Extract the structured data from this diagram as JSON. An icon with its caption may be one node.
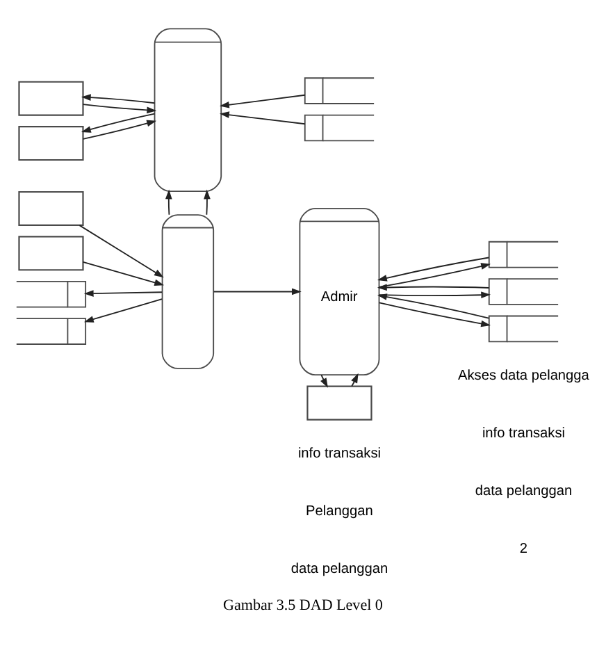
{
  "diagram": {
    "caption": "Gambar 3.5 DAD Level 0",
    "nodes": [
      {
        "text": [],
        "shape": "rounded"
      },
      {
        "text": [],
        "shape": "box"
      },
      {
        "text": [],
        "shape": "store"
      },
      {
        "text": [],
        "shape": "store"
      },
      {
        "text": [],
        "shape": "box"
      },
      {
        "text": [
          "Admir"
        ]
      },
      {
        "text": [],
        "shape": "rounded"
      },
      {
        "text": [],
        "shape": "box"
      },
      {
        "text": [],
        "shape": "store"
      },
      {
        "text": [],
        "shape": "store"
      },
      {
        "text": [],
        "shape": "store"
      },
      {
        "text": [],
        "shape": "box"
      },
      {
        "text": [],
        "shape": "store"
      },
      {
        "text": [],
        "shape": "box"
      },
      {
        "text": [],
        "shape": "store"
      }
    ],
    "edges": [
      {
        "from": 1,
        "to": 0,
        "arrow": "to"
      },
      {
        "from": 0,
        "to": 1,
        "arrow": "to"
      },
      {
        "from": 4,
        "to": 0,
        "arrow": "to"
      },
      {
        "from": 0,
        "to": 4,
        "arrow": "to"
      },
      {
        "from": 2,
        "to": 0,
        "arrow": "to"
      },
      {
        "from": 3,
        "to": 0,
        "arrow": "to"
      },
      {
        "from": 6,
        "to": 0,
        "arrow": "to"
      },
      {
        "from": 6,
        "to": 0,
        "arrow": "to"
      },
      {
        "from": 7,
        "to": 6,
        "arrow": "to"
      },
      {
        "from": 11,
        "to": 6,
        "arrow": "to"
      },
      {
        "from": 6,
        "to": 12,
        "arrow": "to"
      },
      {
        "from": 6,
        "to": 14,
        "arrow": "to"
      },
      {
        "from": 6,
        "to": 5,
        "arrow": "to"
      },
      {
        "from": 5,
        "to": 8,
        "arrow": "to"
      },
      {
        "from": 8,
        "to": 5,
        "arrow": "to"
      },
      {
        "from": 5,
        "to": 9,
        "arrow": "to"
      },
      {
        "from": 9,
        "to": 5,
        "arrow": "to"
      },
      {
        "from": 5,
        "to": 10,
        "arrow": "to"
      },
      {
        "from": 10,
        "to": 5,
        "arrow": "to"
      },
      {
        "from": 13,
        "to": 5,
        "arrow": "to"
      },
      {
        "from": 5,
        "to": 13,
        "arrow": "to"
      }
    ],
    "labels": [
      "2",
      "data pelanggan",
      "info transaksi",
      "Akses data pelangga",
      "data pelanggan",
      "Pelanggan",
      "info transaksi"
    ]
  }
}
